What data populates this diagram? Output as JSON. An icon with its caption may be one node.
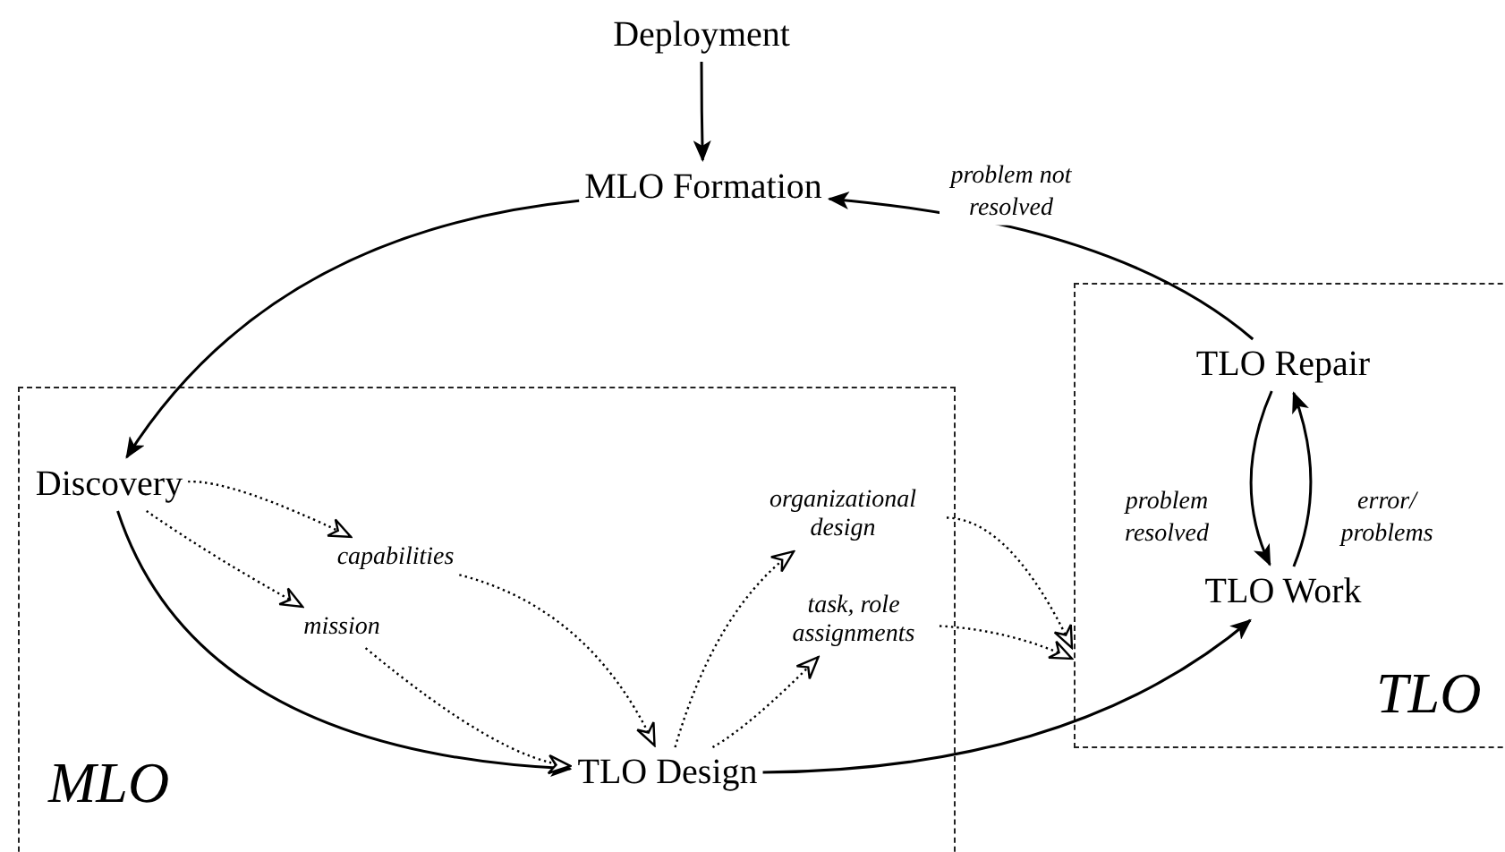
{
  "diagram": {
    "nodes": [
      {
        "text": [
          "MLO"
        ]
      },
      {
        "text": [
          "TLO"
        ]
      },
      {
        "text": [
          "Deployment"
        ]
      },
      {
        "text": [
          "MLO Formation"
        ]
      },
      {
        "text": [
          "Discovery"
        ],
        "in": 0
      },
      {
        "text": [
          "capabilities"
        ],
        "in": 0
      },
      {
        "text": [
          "mission"
        ],
        "in": 0
      },
      {
        "text": [
          "TLO Design"
        ],
        "in": 0
      },
      {
        "text": [
          "organizational design"
        ],
        "in": 0
      },
      {
        "text": [
          "task, role assignments"
        ],
        "in": 0
      },
      {
        "text": [
          "TLO Repair"
        ],
        "in": 1
      },
      {
        "text": [
          "TLO Work"
        ],
        "in": 1
      }
    ],
    "edges": [
      {
        "from": 2,
        "to": 3,
        "arrow": "to"
      },
      {
        "from": 3,
        "to": 4,
        "arrow": "to"
      },
      {
        "from": 4,
        "to": 7,
        "arrow": "to"
      },
      {
        "from": 4,
        "to": 5,
        "arrow": "to",
        "style": "dashed"
      },
      {
        "from": 4,
        "to": 6,
        "arrow": "to",
        "style": "dashed"
      },
      {
        "from": 5,
        "to": 7,
        "arrow": "to",
        "style": "dashed"
      },
      {
        "from": 6,
        "to": 7,
        "arrow": "to",
        "style": "dashed"
      },
      {
        "from": 7,
        "to": 8,
        "arrow": "to",
        "style": "dashed"
      },
      {
        "from": 7,
        "to": 9,
        "arrow": "to",
        "style": "dashed"
      },
      {
        "from": 8,
        "to": 1,
        "arrow": "to",
        "style": "dashed"
      },
      {
        "from": 9,
        "to": 1,
        "arrow": "to",
        "style": "dashed"
      },
      {
        "from": 7,
        "to": 11,
        "arrow": "to"
      },
      {
        "from": 11,
        "to": 10,
        "arrow": "to",
        "label": "error/ problems"
      },
      {
        "from": 10,
        "to": 11,
        "arrow": "to",
        "label": "problem resolved"
      },
      {
        "from": 10,
        "to": 3,
        "arrow": "to",
        "label": "problem not resolved"
      }
    ]
  }
}
